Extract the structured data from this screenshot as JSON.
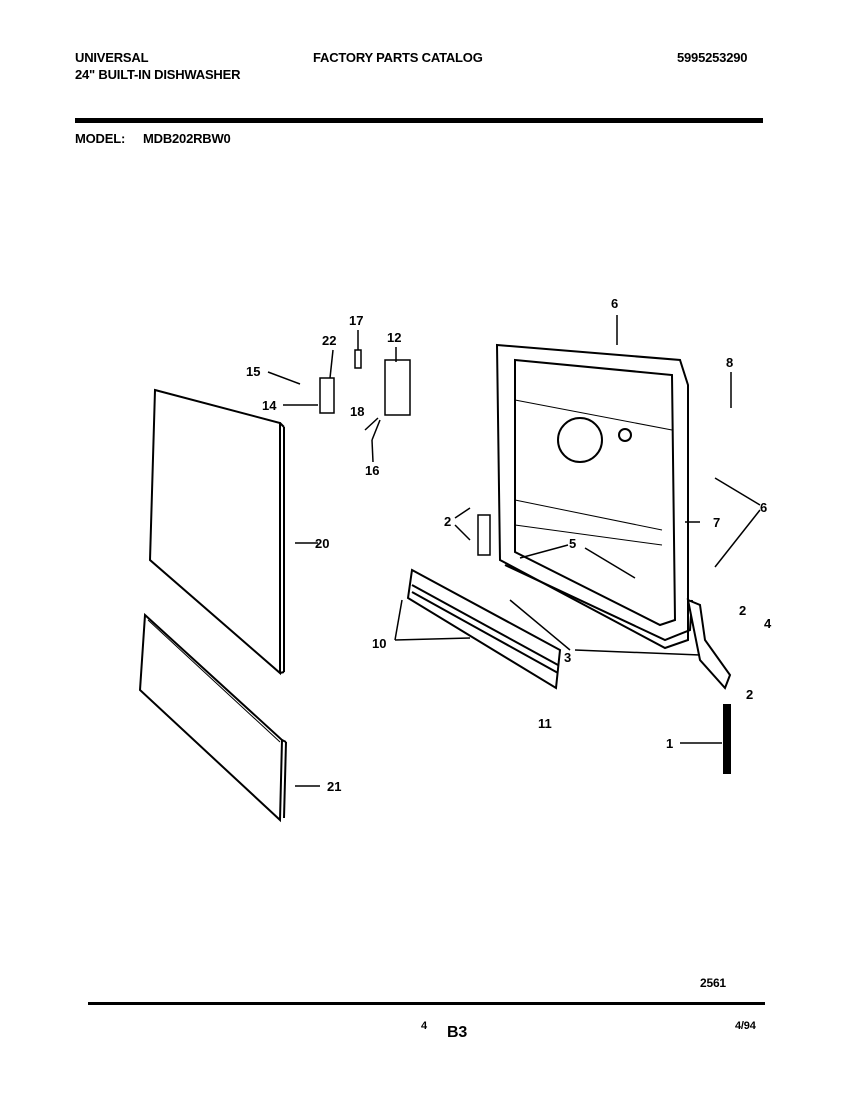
{
  "header": {
    "brand": "UNIVERSAL",
    "product": "24\" BUILT-IN DISHWASHER",
    "catalog": "FACTORY PARTS CATALOG",
    "part_number": "5995253290",
    "model_label": "MODEL:",
    "model_value": "MDB202RBW0"
  },
  "diagram": {
    "callouts": [
      "6",
      "8",
      "6",
      "7",
      "5",
      "2",
      "17",
      "22",
      "12",
      "15",
      "14",
      "18",
      "16",
      "20",
      "10",
      "11",
      "3",
      "2",
      "4",
      "2",
      "1",
      "21"
    ]
  },
  "footer": {
    "drawing_number": "2561",
    "page": "4",
    "section": "B3",
    "date": "4/94"
  }
}
